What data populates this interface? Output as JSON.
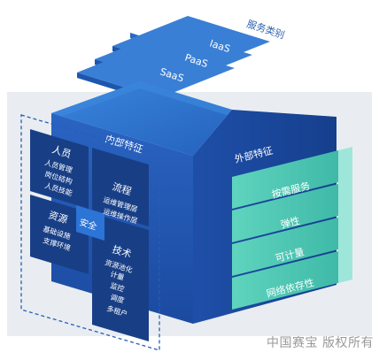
{
  "service_types": {
    "heading": "服务类别",
    "items": [
      "IaaS",
      "PaaS",
      "SaaS",
      "......"
    ]
  },
  "internal": {
    "heading": "内部特征",
    "people": {
      "title": "人员",
      "lines": [
        "人员管理",
        "岗位结构",
        "人员技能"
      ]
    },
    "process": {
      "title": "流程",
      "lines": [
        "运维管理层",
        "运维操作层"
      ]
    },
    "resources": {
      "title": "资源",
      "lines": [
        "基础设施",
        "支撑环境"
      ]
    },
    "technology": {
      "title": "技术",
      "lines": [
        "资源池化",
        "计量",
        "监控",
        "调度",
        "多租户"
      ]
    },
    "security": "安全"
  },
  "external": {
    "heading": "外部特征",
    "items": [
      "按需服务",
      "弹性",
      "可计量",
      "网络依存性"
    ]
  },
  "watermark": "中国赛宝 版权所有",
  "colors": {
    "top": "#2b6fc8",
    "left_face": "#1d4fa8",
    "right_face": "#1a47a0",
    "teal": "#5ccfb8",
    "panel": "#183f86"
  }
}
